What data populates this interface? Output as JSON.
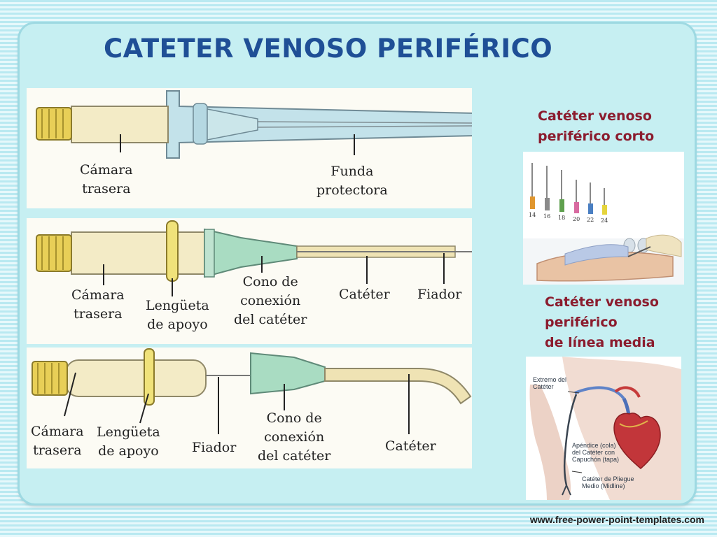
{
  "slide": {
    "title": "CATETER VENOSO PERIFÉRICO",
    "footer": "www.free-power-point-templates.com"
  },
  "diagrams": {
    "diagram1": {
      "camara_line1": "Cámara",
      "camara_line2": "trasera",
      "funda_line1": "Funda",
      "funda_line2": "protectora"
    },
    "diagram2": {
      "camara_line1": "Cámara",
      "camara_line2": "trasera",
      "lengueta_line1": "Lengüeta",
      "lengueta_line2": "de apoyo",
      "cono_line1": "Cono de",
      "cono_line2": "conexión",
      "cono_line3": "del catéter",
      "cateter": "Catéter",
      "fiador": "Fiador"
    },
    "diagram3": {
      "camara_line1": "Cámara",
      "camara_line2": "trasera",
      "lengueta_line1": "Lengüeta",
      "lengueta_line2": "de apoyo",
      "fiador": "Fiador",
      "cono_line1": "Cono de",
      "cono_line2": "conexión",
      "cono_line3": "del catéter",
      "cateter": "Catéter"
    }
  },
  "side_panels": {
    "short": {
      "caption_line1": "Catéter venoso",
      "caption_line2": "periférico corto",
      "gauges": [
        "14",
        "16",
        "18",
        "20",
        "22",
        "24"
      ]
    },
    "midline": {
      "caption_line1": "Catéter venoso",
      "caption_line2": "periférico",
      "caption_line3": "de línea media",
      "label_tip_line1": "Extremo del",
      "label_tip_line2": "Catéter",
      "label_tail_line1": "Apéndice (cola)",
      "label_tail_line2": "del Catéter con",
      "label_tail_line3": "Capuchón (tapa)",
      "label_midline_line1": "Catéter de Pliegue",
      "label_midline_line2": "Medio (Midline)"
    }
  },
  "colors": {
    "title": "#1f4f96",
    "caption": "#8b1c2e",
    "frame": "#c6eff2",
    "panel": "#fcfbf4",
    "cap_yellow": "#e8cf57",
    "chamber": "#f3ebc6",
    "sheath_blue": "#c3e2ea",
    "cone_green": "#a9dcc2"
  }
}
